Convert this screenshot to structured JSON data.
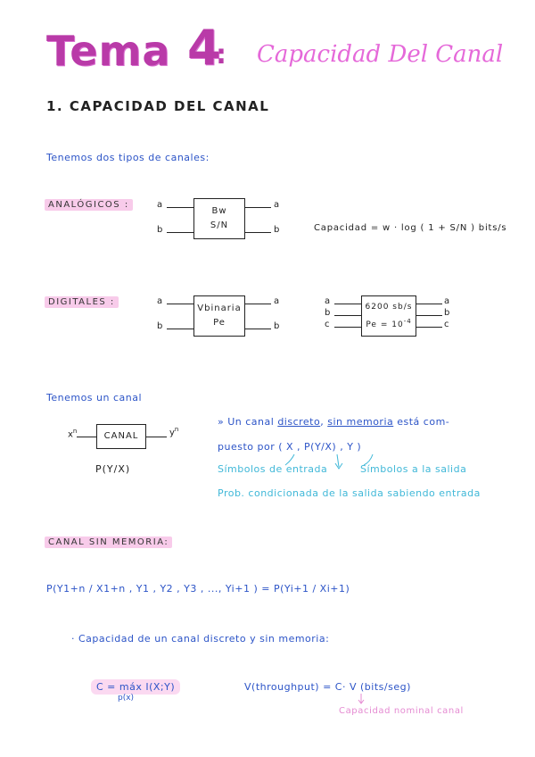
{
  "title": {
    "main": "Tema",
    "number": "4",
    "colon": ":",
    "subtitle": "Capacidad Del Canal"
  },
  "section1": {
    "heading": "1. CAPACIDAD DEL CANAL",
    "intro": "Tenemos dos tipos de canales:"
  },
  "analogicos": {
    "label": "ANALÓGICOS :",
    "in_a": "a",
    "in_b": "b",
    "out_a": "a",
    "out_b": "b",
    "box_line1": "Bw",
    "box_line2": "S/N",
    "capacity": "Capacidad = w · log ( 1 + S/N ) bits/s"
  },
  "digitales": {
    "label": "DIGITALES :",
    "box1": {
      "in_a": "a",
      "in_b": "b",
      "out_a": "a",
      "out_b": "b",
      "line1": "Vbinaria",
      "line2": "Pe"
    },
    "box2": {
      "in_a": "a",
      "in_b": "b",
      "in_c": "c",
      "out_a": "a",
      "out_b": "b",
      "out_c": "c",
      "line1": "6200 sb/s",
      "line2": "Pe = 10",
      "exponent": "-4"
    }
  },
  "canal": {
    "intro": "Tenemos un canal",
    "x_label": "x",
    "x_sup": "n",
    "y_label": "y",
    "y_sup": "n",
    "box": "CANAL",
    "prob": "P(Y/X)",
    "desc_prefix": "» Un canal",
    "discreto": "discreto",
    "comma": ",",
    "sin_memoria": "sin memoria",
    "desc_suffix": "está com-",
    "desc_line2": "puesto por ( X , P(Y/X) , Y )",
    "note_entrada": "Símbolos de entrada",
    "note_salida": "Símbolos a la salida",
    "note_prob": "Prob. condicionada de la salida sabiendo entrada"
  },
  "sin_memoria": {
    "label": "CANAL SIN MEMORIA:",
    "formula": "P(Y1+n / X1+n , Y1 , Y2 , Y3 , ..., Yi+1 ) = P(Yi+1 / Xi+1)"
  },
  "capacidad": {
    "bullet": "· Capacidad de un canal discreto y sin memoria:",
    "formula_c": "C = máx   I(X;Y)",
    "formula_sub": "p(x)",
    "throughput": "V(throughput) = C· V (bits/seg)",
    "nominal": "Capacidad nominal canal"
  }
}
